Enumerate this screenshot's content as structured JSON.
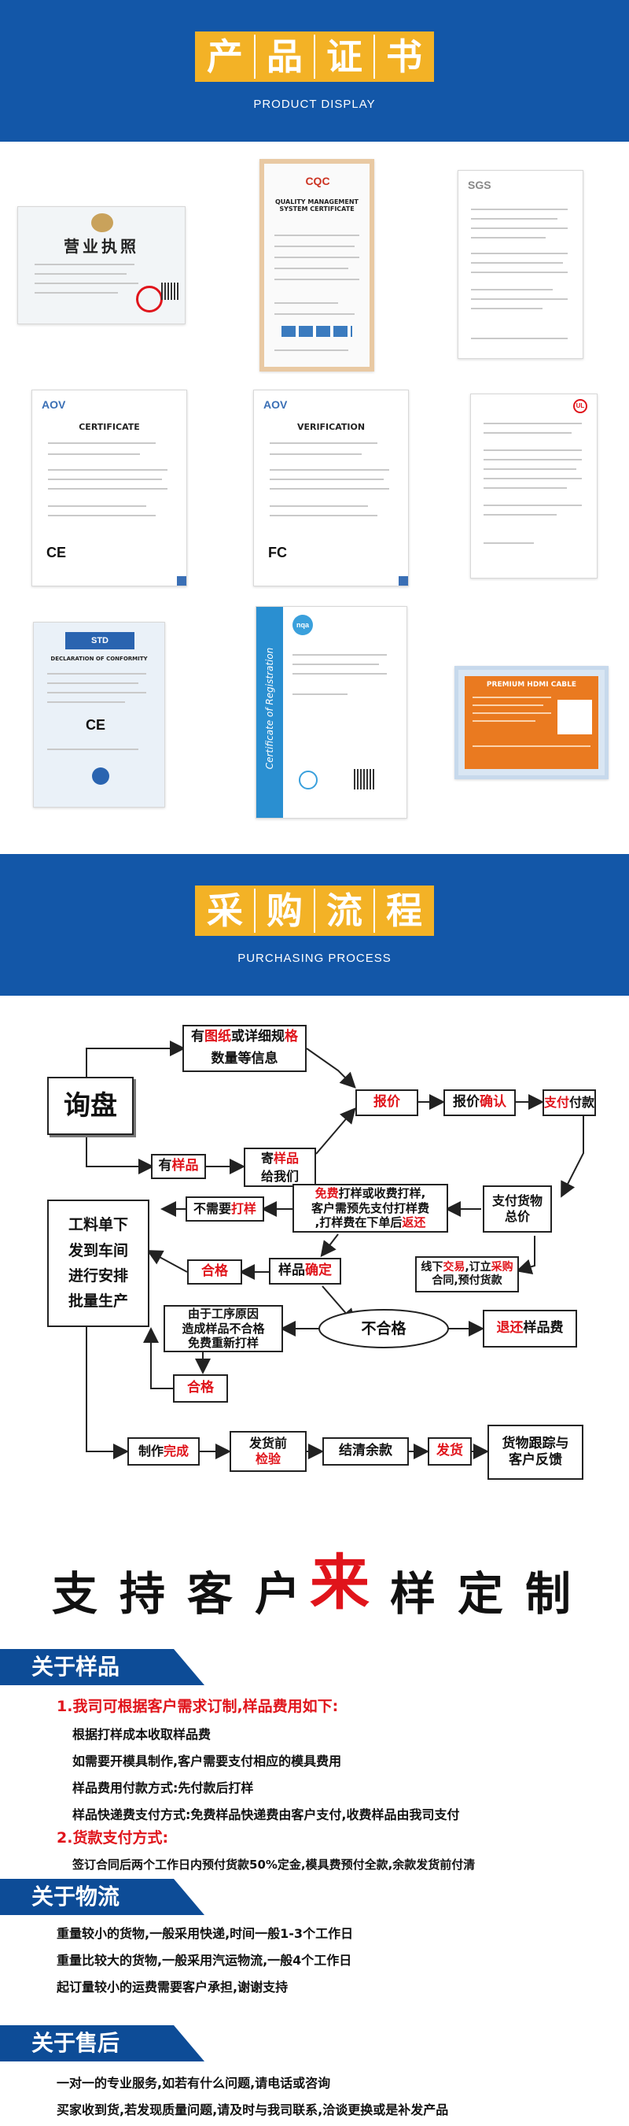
{
  "header1": {
    "title_chars": [
      "产",
      "品",
      "证",
      "书"
    ],
    "subtitle": "PRODUCT DISPLAY"
  },
  "certificates": [
    {
      "heading": "营业执照",
      "type": "business-license"
    },
    {
      "heading": "QUALITY MANAGEMENT SYSTEM CERTIFICATE",
      "logo": "CQC"
    },
    {
      "heading": "",
      "logo": "SGS"
    },
    {
      "heading": "CERTIFICATE",
      "logo": "AOV",
      "mark": "CE"
    },
    {
      "heading": "VERIFICATION",
      "logo": "AOV",
      "mark": "FC"
    },
    {
      "heading": "",
      "logo": "UL"
    },
    {
      "heading": "DECLARATION OF CONFORMITY",
      "logo": "STD",
      "mark": "CE"
    },
    {
      "heading": "Certificate of Registration",
      "logo": "nqa"
    },
    {
      "heading": "PREMIUM HDMI CABLE",
      "logo": ""
    }
  ],
  "header2": {
    "title_chars": [
      "采",
      "购",
      "流",
      "程"
    ],
    "subtitle": "PURCHASING PROCESS"
  },
  "flow": {
    "inquiry": "询盘",
    "drawings_a": "有",
    "drawings_red": "图纸",
    "drawings_b": "或详细规",
    "drawings_c_red": "格",
    "drawings_d": "数量等信息",
    "has_sample_a": "有",
    "has_sample_red": "样品",
    "send_sample_a": "寄",
    "send_sample_red": "样品",
    "send_sample_b": "给我们",
    "quote": "报价",
    "quote_confirm_a": "报价",
    "quote_confirm_red": "确认",
    "pay_red": "支付",
    "pay_b": "付款",
    "pay_goods_a": "支付货物",
    "pay_goods_b": "总价",
    "free_red": "免费",
    "free_b": "打样或收费打样,",
    "free_c": "客户需预先支付打样费",
    "free_d": ",打样费在下单后",
    "free_e_red": "返还",
    "no_need_a": "不需要",
    "no_need_red": "打样",
    "offline_a": "线下",
    "offline_red": "交易",
    "offline_b": ",订立",
    "offline_c_red": "采购",
    "offline_d": "合同,预付货款",
    "work_order": [
      "工料单下",
      "发到车间",
      "进行安排",
      "批量生产"
    ],
    "qualified": "合格",
    "sample_confirm_a": "样品",
    "sample_confirm_red": "确定",
    "unqualified": "不合格",
    "return_red": "退还",
    "return_b": "样品费",
    "process_reason": [
      "由于工序原因",
      "造成样品不合格",
      "免费重新打样"
    ],
    "qualified2": "合格",
    "made_a": "制作",
    "made_red": "完成",
    "inspect_a": "发货前",
    "inspect_red": "检验",
    "balance": "结清余款",
    "ship_red": "发货",
    "track": [
      "货物跟踪与",
      "客户反馈"
    ]
  },
  "big_title": [
    "支",
    "持",
    "客",
    "户",
    "来",
    "样",
    "定",
    "制"
  ],
  "big_title_red_index": 4,
  "sections": {
    "samples": {
      "tag": "关于样品",
      "lines": [
        {
          "text": "1.我司可根据客户需求订制,样品费用如下:",
          "red": true
        },
        {
          "text": "根据打样成本收取样品费",
          "red": false
        },
        {
          "text": "如需要开模具制作,客户需要支付相应的模具费用",
          "red": false
        },
        {
          "text": "样品费用付款方式:先付款后打样",
          "red": false
        },
        {
          "text": "样品快递费支付方式:免费样品快递费由客户支付,收费样品由我司支付",
          "red": false
        },
        {
          "text": "2.货款支付方式:",
          "red": true
        },
        {
          "text": "签订合同后两个工作日内预付货款50%定金,模具费预付全款,余款发货前付清",
          "red": false
        }
      ]
    },
    "logistics": {
      "tag": "关于物流",
      "lines": [
        "重量较小的货物,一般采用快递,时间一般1-3个工作日",
        "重量比较大的货物,一般采用汽运物流,一般4个工作日",
        "起订量较小的运费需要客户承担,谢谢支持"
      ]
    },
    "aftersales": {
      "tag": "关于售后",
      "lines": [
        "一对一的专业服务,如若有什么问题,请电话或咨询",
        "买家收到货,若发现质量问题,请及时与我司联系,洽谈更换或是补发产品"
      ]
    }
  }
}
